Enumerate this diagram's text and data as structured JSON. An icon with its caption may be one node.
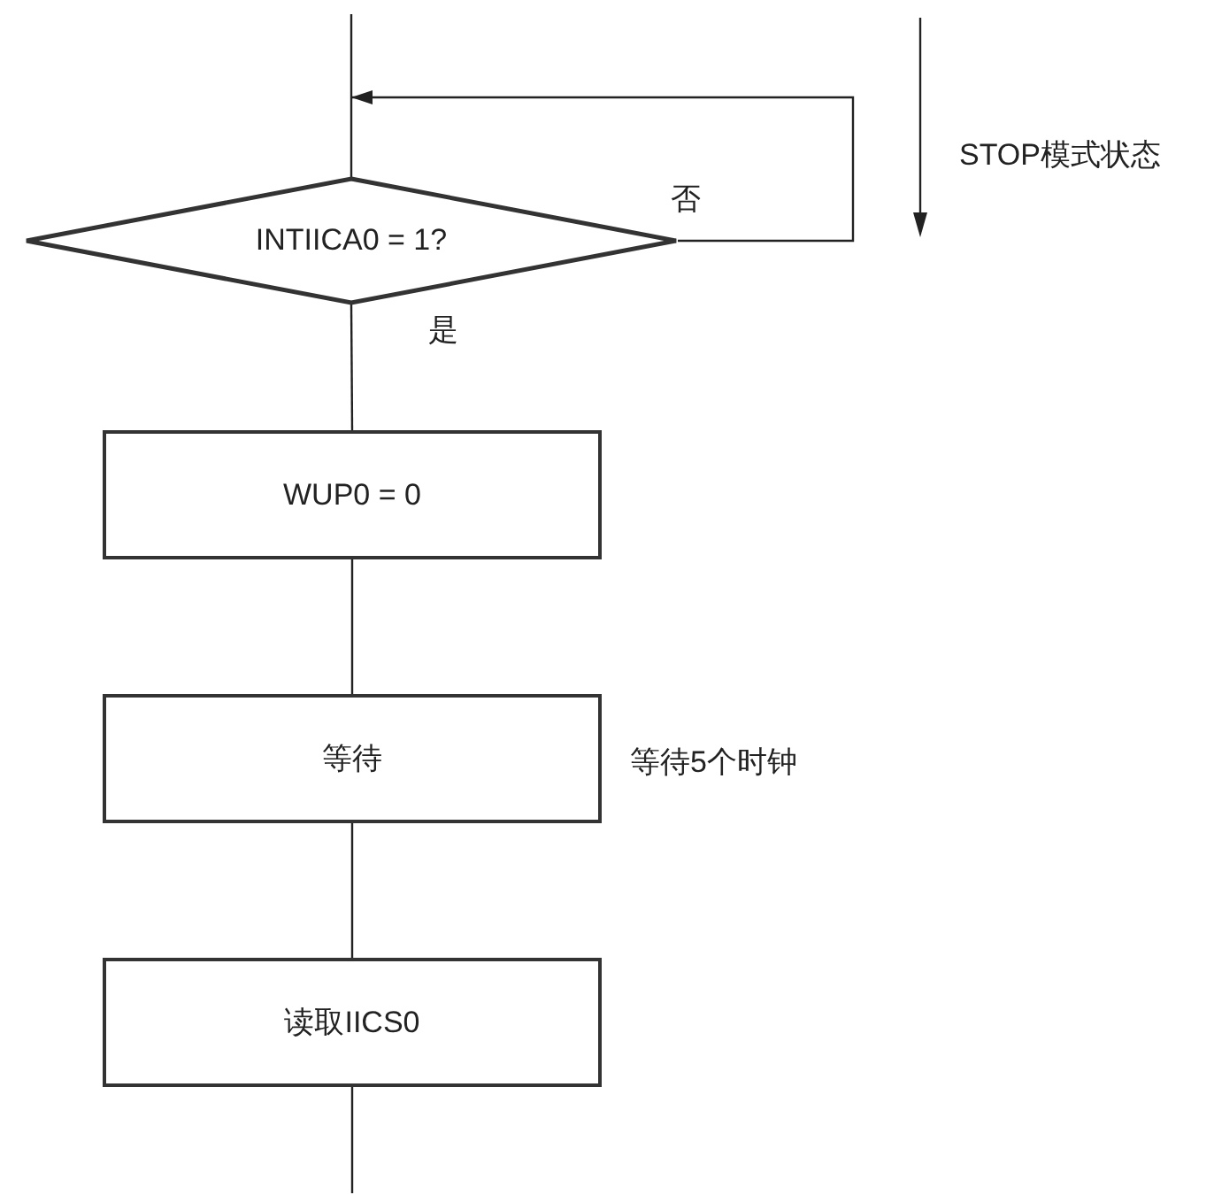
{
  "diagram": {
    "nodes": [
      {
        "text": [
          "INTIICA0 = 1?"
        ]
      },
      {
        "text": [
          "WUP0 = 0"
        ]
      },
      {
        "text": [
          "等待"
        ],
        "beside": [
          "等待5个时钟"
        ]
      },
      {
        "text": [
          "读取IICS0"
        ]
      }
    ],
    "edges": [
      {
        "from": null,
        "to": 0,
        "arrow": "none"
      },
      {
        "from": 0,
        "to": 0,
        "arrow": "to",
        "label": "否"
      },
      {
        "from": 0,
        "to": 1,
        "arrow": "none",
        "label": "是"
      },
      {
        "from": 1,
        "to": 2,
        "arrow": "none"
      },
      {
        "from": 2,
        "to": 3,
        "arrow": "none"
      },
      {
        "from": 3,
        "to": null,
        "arrow": "none"
      }
    ],
    "labels": [
      "STOP模式状态"
    ]
  }
}
